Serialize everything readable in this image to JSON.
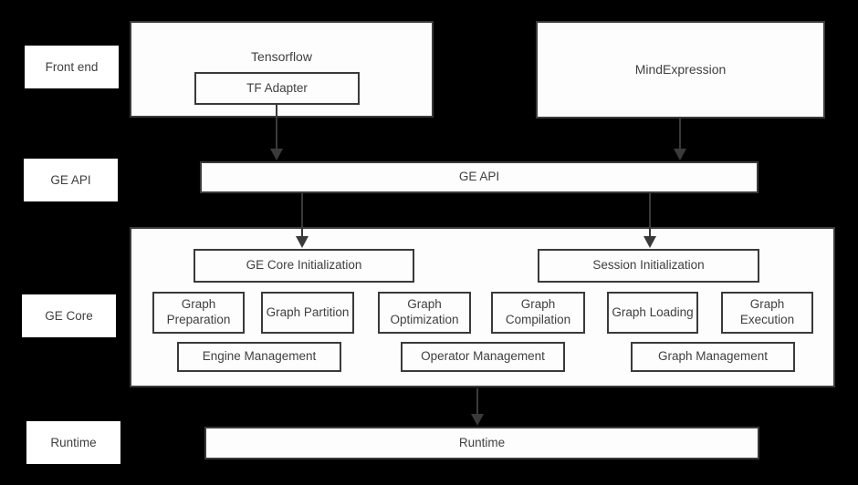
{
  "side_labels": [
    {
      "label": "Front end"
    },
    {
      "label": "GE API"
    },
    {
      "label": "GE Core"
    },
    {
      "label": "Runtime"
    }
  ],
  "front_end": {
    "tensorflow_label": "Tensorflow",
    "tf_adapter_label": "TF Adapter",
    "mind_expression_label": "MindExpression"
  },
  "ge_api": {
    "bar_label": "GE API"
  },
  "ge_core": {
    "initialization_boxes": [
      {
        "label": "GE Core Initialization"
      },
      {
        "label": "Session Initialization"
      }
    ],
    "stage_boxes": [
      {
        "label": "Graph Preparation"
      },
      {
        "label": "Graph Partition"
      },
      {
        "label": "Graph Optimization"
      },
      {
        "label": "Graph Compilation"
      },
      {
        "label": "Graph Loading"
      },
      {
        "label": "Graph Execution"
      }
    ],
    "management_boxes": [
      {
        "label": "Engine Management"
      },
      {
        "label": "Operator Management"
      },
      {
        "label": "Graph Management"
      }
    ]
  },
  "runtime": {
    "bar_label": "Runtime"
  },
  "colors": {
    "background": "#000000",
    "box_fill": "#fdfdfd",
    "box_border": "#3a3a3a",
    "text": "#3f3f3f",
    "arrow": "#3a3a3a"
  }
}
